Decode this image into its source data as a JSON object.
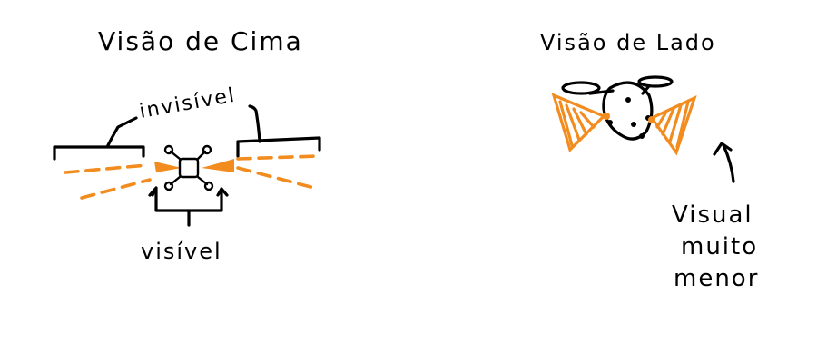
{
  "top_view": {
    "title": "Visão de Cima",
    "label_invisible": "invisível",
    "label_visible": "visível"
  },
  "side_view": {
    "title": "Visão de Lado",
    "label_line1": "Visual",
    "label_line2": "muito",
    "label_line3": "menor"
  },
  "colors": {
    "ink": "#000000",
    "light_beam": "#f28c1e"
  },
  "icons": [
    "drone-top-icon",
    "drone-side-icon"
  ]
}
